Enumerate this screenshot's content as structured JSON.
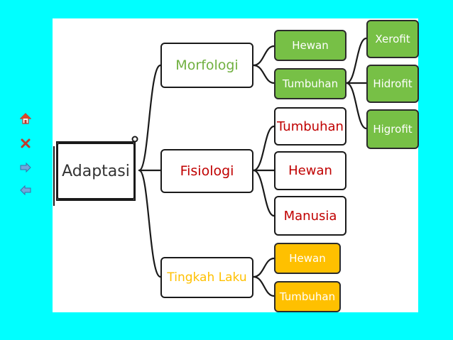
{
  "nav": {
    "home_icon": "home-icon",
    "close_icon": "close-icon",
    "next_icon": "arrow-right-icon",
    "prev_icon": "arrow-left-icon"
  },
  "diagram": {
    "root": "Adaptasi",
    "morfologi": {
      "label": "Morfologi",
      "hewan": "Hewan",
      "tumbuhan": "Tumbuhan",
      "xerofit": "Xerofit",
      "hidrofit": "Hidrofit",
      "higrofit": "Higrofit"
    },
    "fisiologi": {
      "label": "Fisiologi",
      "tumbuhan": "Tumbuhan",
      "hewan": "Hewan",
      "manusia": "Manusia"
    },
    "tingkah_laku": {
      "label": "Tingkah Laku",
      "hewan": "Hewan",
      "tumbuhan": "Tumbuhan"
    }
  },
  "colors": {
    "background": "#00ffff",
    "green": "#77c046",
    "orange": "#ffc000",
    "red": "#c00000"
  }
}
